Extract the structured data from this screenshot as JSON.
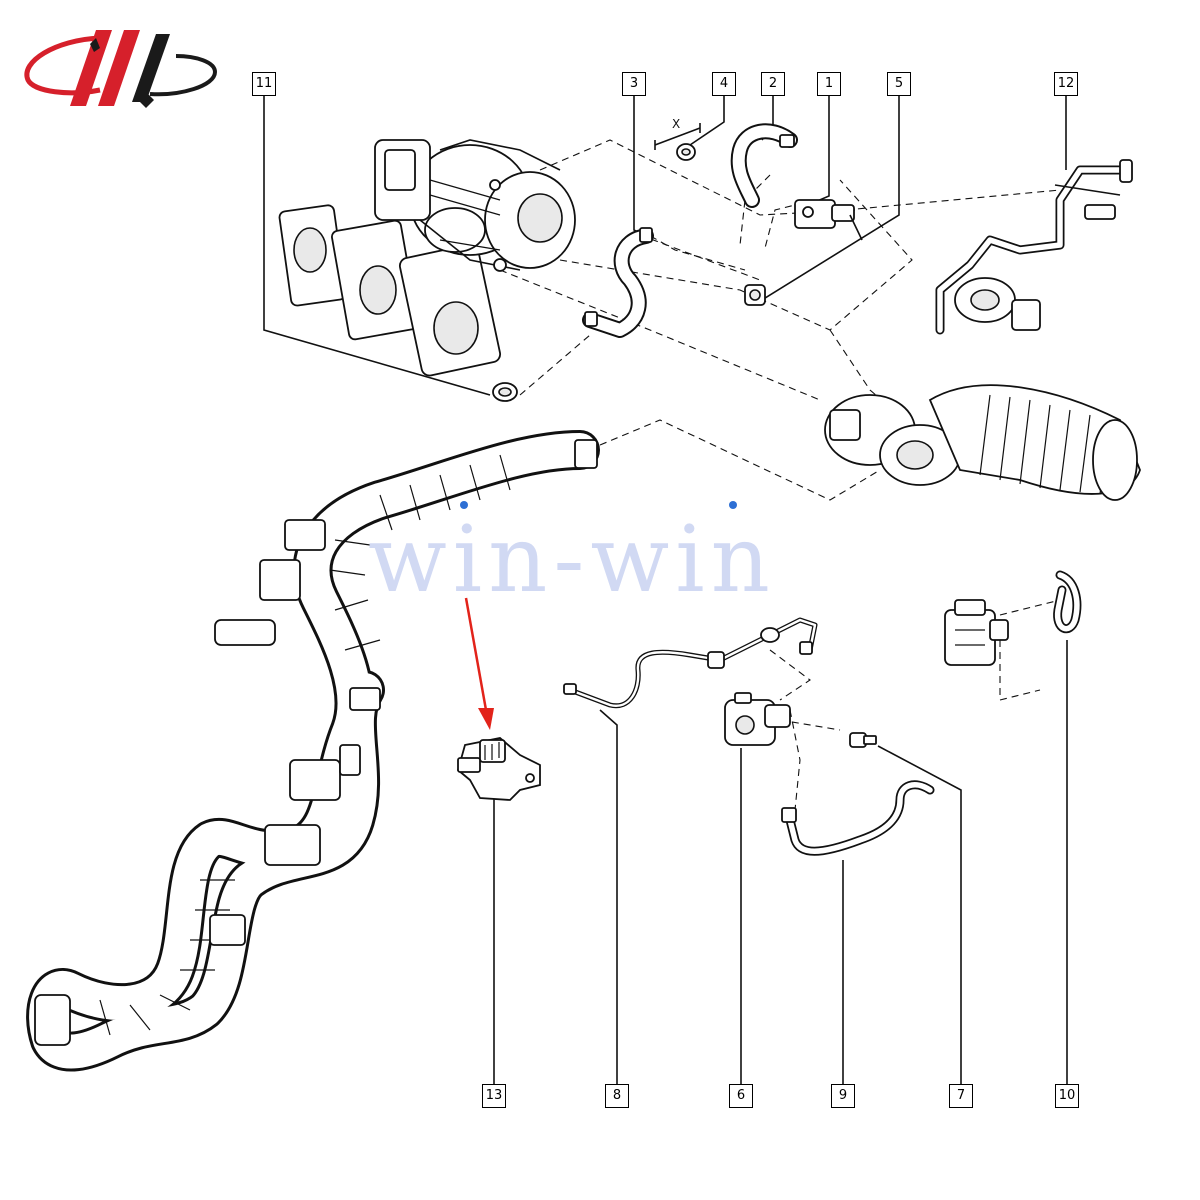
{
  "watermark": {
    "text": "win-win"
  },
  "logo": {
    "name": "company-logo",
    "colors": [
      "#d6202b",
      "#1a1a1a"
    ]
  },
  "callouts": {
    "c1": "1",
    "c2": "2",
    "c3": "3",
    "c4": "4",
    "c5": "5",
    "c6": "6",
    "c7": "7",
    "c8": "8",
    "c9": "9",
    "c10": "10",
    "c11": "11",
    "c12": "12",
    "c13": "13"
  },
  "dimension_label": "X",
  "highlight_arrow_color": "#e2231a"
}
